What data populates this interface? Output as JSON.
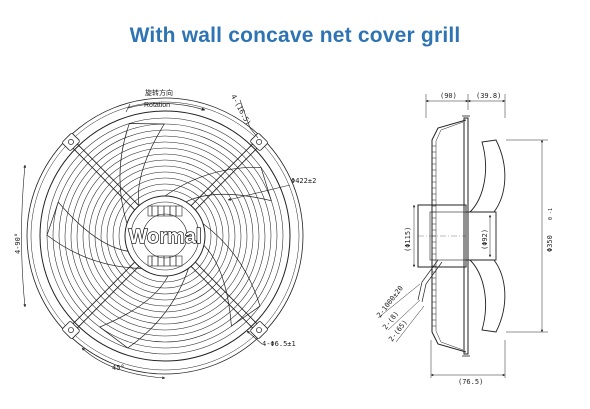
{
  "title": "With wall concave net cover grill",
  "front_view": {
    "rotation_cn": "旋转方向",
    "rotation_en": "Rotation",
    "dim_top_slot": "4-(16.5)",
    "dim_diameter": "Φ422±2",
    "dim_angle_left": "4-90°",
    "dim_holes": "4-Φ6.5±1",
    "dim_angle_bottom": "45°",
    "brand": "Wormal"
  },
  "side_view": {
    "dim_top_left": "(90)",
    "dim_top_right": "(39.8)",
    "dim_hub_outer": "(Φ115)",
    "dim_hub_inner": "(Φ92)",
    "dim_frame": "Φ350",
    "dim_frame_tol": "0 -1",
    "dim_cable": "2-1000±20",
    "dim_small_1": "2-(8)",
    "dim_small_2": "2-(65)",
    "dim_bottom": "(76.5)"
  },
  "colors": {
    "title": "#2e74b5",
    "line": "#222222"
  }
}
